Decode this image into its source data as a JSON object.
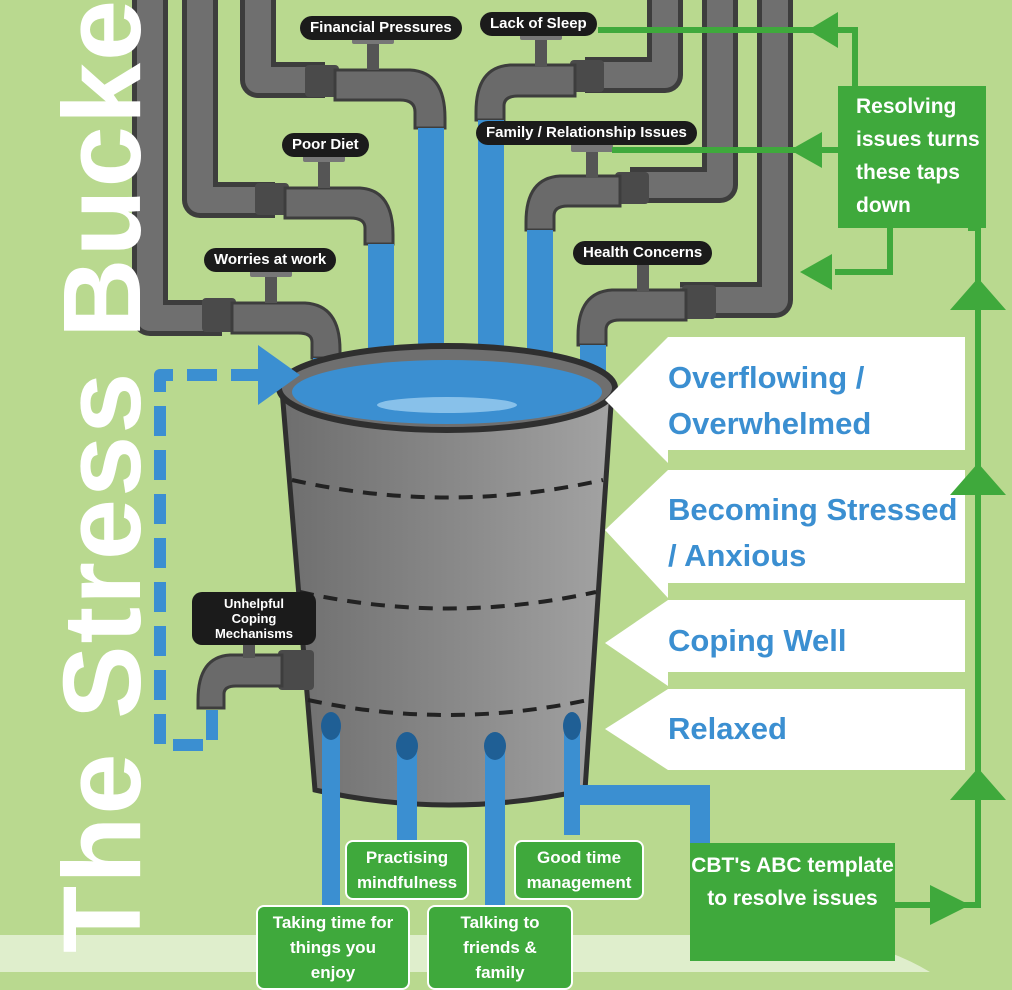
{
  "title": "The Stress Bucket",
  "stressors": [
    {
      "label": "Financial Pressures"
    },
    {
      "label": "Lack of Sleep"
    },
    {
      "label": "Poor Diet"
    },
    {
      "label": "Family / Relationship Issues"
    },
    {
      "label": "Worries at work"
    },
    {
      "label": "Health Concerns"
    }
  ],
  "unhelpful_coping": "Unhelpful Coping Mechanisms",
  "levels": [
    {
      "text": "Overflowing / Overwhelmed"
    },
    {
      "text": "Becoming Stressed / Anxious"
    },
    {
      "text": "Coping Well"
    },
    {
      "text": "Relaxed"
    }
  ],
  "coping_strategies": [
    {
      "label": "Practising mindfulness"
    },
    {
      "label": "Good time management"
    },
    {
      "label": "Taking time for things you enjoy"
    },
    {
      "label": "Talking to friends & family"
    }
  ],
  "resolving_note": "Resolving issues turns these taps down",
  "cbt_note": "CBT's ABC template to resolve issues",
  "colors": {
    "background": "#b9d98f",
    "bucket": "#7f7f7f",
    "pipe": "#6f6f6f",
    "water": "#3b8fd1",
    "green": "#3fa93c",
    "label_bg": "#1b1b1b"
  }
}
